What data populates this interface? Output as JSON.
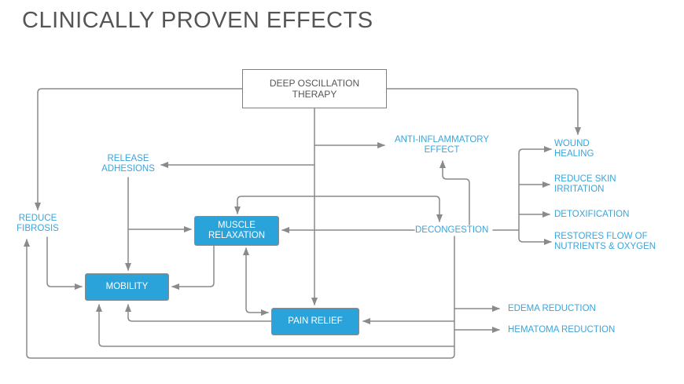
{
  "title": "CLINICALLY PROVEN EFFECTS",
  "diagram": {
    "root": "DEEP OSCILLATION\nTHERAPY",
    "boxes": {
      "muscle_relaxation": "MUSCLE\nRELAXATION",
      "mobility": "MOBILITY",
      "pain_relief": "PAIN RELIEF"
    },
    "labels": {
      "release_adhesions": "RELEASE\nADHESIONS",
      "reduce_fibrosis": "REDUCE\nFIBROSIS",
      "anti_inflammatory": "ANTI-INFLAMMATORY\nEFFECT",
      "decongestion": "DECONGESTION",
      "wound_healing": "WOUND\nHEALING",
      "reduce_skin_irritation": "REDUCE SKIN\nIRRITATION",
      "detoxification": "DETOXIFICATION",
      "restores_flow": "RESTORES FLOW OF\nNUTRIENTS & OXYGEN",
      "edema_reduction": "EDEMA REDUCTION",
      "hematoma_reduction": "HEMATOMA REDUCTION"
    },
    "colors": {
      "accent_blue_box": "#2aa3db",
      "label_blue": "#3aa5db",
      "line_gray": "#8a8a8a",
      "title_gray": "#555555"
    },
    "edges": [
      {
        "from": "DEEP OSCILLATION THERAPY",
        "to": "REDUCE FIBROSIS"
      },
      {
        "from": "DEEP OSCILLATION THERAPY",
        "to": "WOUND HEALING"
      },
      {
        "from": "DEEP OSCILLATION THERAPY",
        "to": "RELEASE ADHESIONS"
      },
      {
        "from": "DEEP OSCILLATION THERAPY",
        "to": "ANTI-INFLAMMATORY EFFECT"
      },
      {
        "from": "DEEP OSCILLATION THERAPY",
        "to": "MUSCLE RELAXATION"
      },
      {
        "from": "DEEP OSCILLATION THERAPY",
        "to": "DECONGESTION"
      },
      {
        "from": "DEEP OSCILLATION THERAPY",
        "to": "PAIN RELIEF"
      },
      {
        "from": "RELEASE ADHESIONS",
        "to": "MUSCLE RELAXATION"
      },
      {
        "from": "RELEASE ADHESIONS",
        "to": "MOBILITY"
      },
      {
        "from": "REDUCE FIBROSIS",
        "to": "MOBILITY"
      },
      {
        "from": "MUSCLE RELAXATION",
        "to": "MOBILITY"
      },
      {
        "from": "MUSCLE RELAXATION",
        "to": "PAIN RELIEF",
        "bidirectional": true
      },
      {
        "from": "DECONGESTION",
        "to": "ANTI-INFLAMMATORY EFFECT"
      },
      {
        "from": "DECONGESTION",
        "to": "MUSCLE RELAXATION"
      },
      {
        "from": "DECONGESTION",
        "to": "WOUND HEALING"
      },
      {
        "from": "DECONGESTION",
        "to": "REDUCE SKIN IRRITATION"
      },
      {
        "from": "DECONGESTION",
        "to": "DETOXIFICATION"
      },
      {
        "from": "DECONGESTION",
        "to": "RESTORES FLOW OF NUTRIENTS & OXYGEN"
      },
      {
        "from": "DECONGESTION",
        "to": "EDEMA REDUCTION"
      },
      {
        "from": "DECONGESTION",
        "to": "PAIN RELIEF"
      },
      {
        "from": "DECONGESTION",
        "to": "HEMATOMA REDUCTION"
      },
      {
        "from": "DECONGESTION",
        "to": "MOBILITY"
      },
      {
        "from": "DECONGESTION",
        "to": "REDUCE FIBROSIS"
      },
      {
        "from": "PAIN RELIEF",
        "to": "MOBILITY"
      }
    ]
  }
}
